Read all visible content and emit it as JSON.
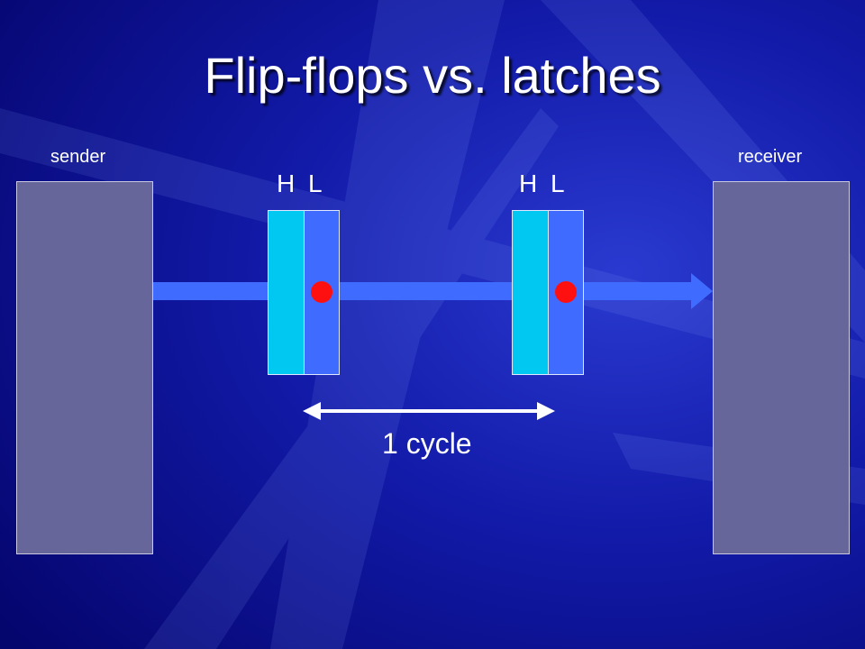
{
  "title": "Flip-flops vs. latches",
  "labels": {
    "sender": "sender",
    "receiver": "receiver",
    "latch_pair_1": {
      "high": "H",
      "low": "L"
    },
    "latch_pair_2": {
      "high": "H",
      "low": "L"
    },
    "cycle": "1 cycle"
  },
  "colors": {
    "background": "#0a0a8a",
    "block_fill": "#66669a",
    "latch_high": "#00c8f0",
    "latch_low": "#3f6cff",
    "wire": "#3f6cff",
    "dot": "#ff1010",
    "text": "#ffffff"
  }
}
